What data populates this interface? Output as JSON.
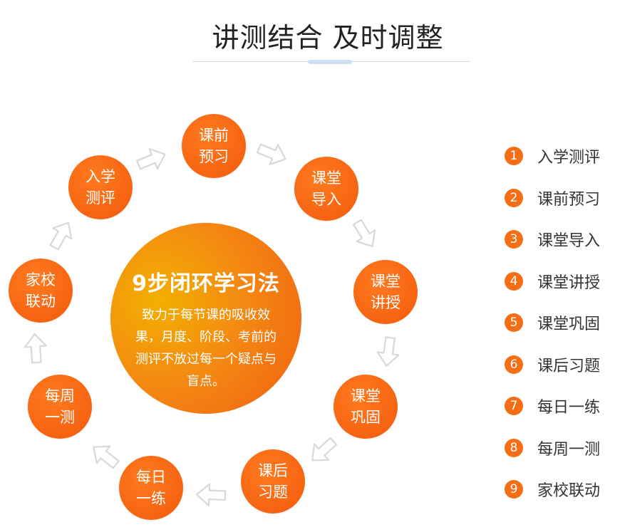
{
  "title": "讲测结合 及时调整",
  "center": {
    "title": "9步闭环学习法",
    "description": "致力于每节课的吸收效果，月度、阶段、考前的测评不放过每一个疑点与盲点。"
  },
  "colors": {
    "accent": "#f56e16",
    "center_start": "#f2b000",
    "center_end": "#f06012",
    "arrow": "#d9d9d9"
  },
  "cycle": [
    {
      "label": "入学测评"
    },
    {
      "label": "课前预习"
    },
    {
      "label": "课堂导入"
    },
    {
      "label": "课堂讲授"
    },
    {
      "label": "课堂巩固"
    },
    {
      "label": "课后习题"
    },
    {
      "label": "每日一练"
    },
    {
      "label": "每周一测"
    },
    {
      "label": "家校联动"
    }
  ],
  "legend": [
    {
      "num": "1",
      "label": "入学测评"
    },
    {
      "num": "2",
      "label": "课前预习"
    },
    {
      "num": "3",
      "label": "课堂导入"
    },
    {
      "num": "4",
      "label": "课堂讲授"
    },
    {
      "num": "5",
      "label": "课堂巩固"
    },
    {
      "num": "6",
      "label": "课后习题"
    },
    {
      "num": "7",
      "label": "每日一练"
    },
    {
      "num": "8",
      "label": "每周一测"
    },
    {
      "num": "9",
      "label": "家校联动"
    }
  ]
}
